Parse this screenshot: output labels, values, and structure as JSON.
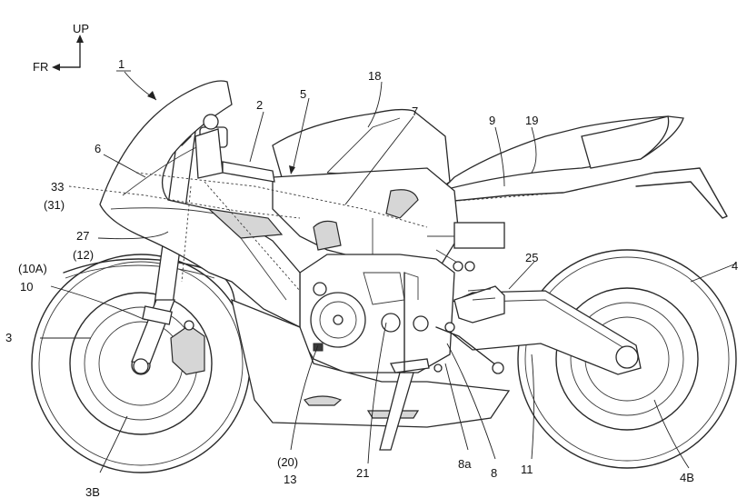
{
  "orientation": {
    "up": "UP",
    "front": "FR"
  },
  "labels": {
    "l1": "1",
    "l2": "2",
    "l3": "3",
    "l3B": "3B",
    "l4": "4",
    "l4B": "4B",
    "l5": "5",
    "l6": "6",
    "l7": "7",
    "l8": "8",
    "l8a": "8a",
    "l9": "9",
    "l10": "10",
    "l10A": "(10A)",
    "l11": "11",
    "l12": "(12)",
    "l13": "13",
    "l18": "18",
    "l19": "19",
    "l20": "(20)",
    "l21": "21",
    "l25": "25",
    "l27": "27",
    "l31": "(31)",
    "l33": "33"
  }
}
